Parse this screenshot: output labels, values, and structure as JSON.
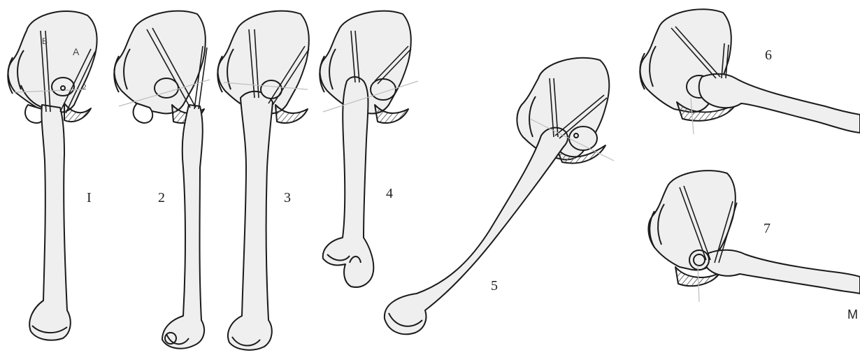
{
  "figure": {
    "panels": [
      {
        "id": "1",
        "label": "I"
      },
      {
        "id": "2",
        "label": "2"
      },
      {
        "id": "3",
        "label": "3"
      },
      {
        "id": "4",
        "label": "4"
      },
      {
        "id": "5",
        "label": "5"
      },
      {
        "id": "6",
        "label": "6"
      },
      {
        "id": "7",
        "label": "7"
      }
    ],
    "panel1_letters": {
      "b": "B",
      "a": "A",
      "tick": "2"
    },
    "corner_mark": "M"
  },
  "colors": {
    "bone_fill": "#efefef",
    "line": "#1b1b1b",
    "shade": "#7a7a7a",
    "guide": "#bdbdbd"
  }
}
